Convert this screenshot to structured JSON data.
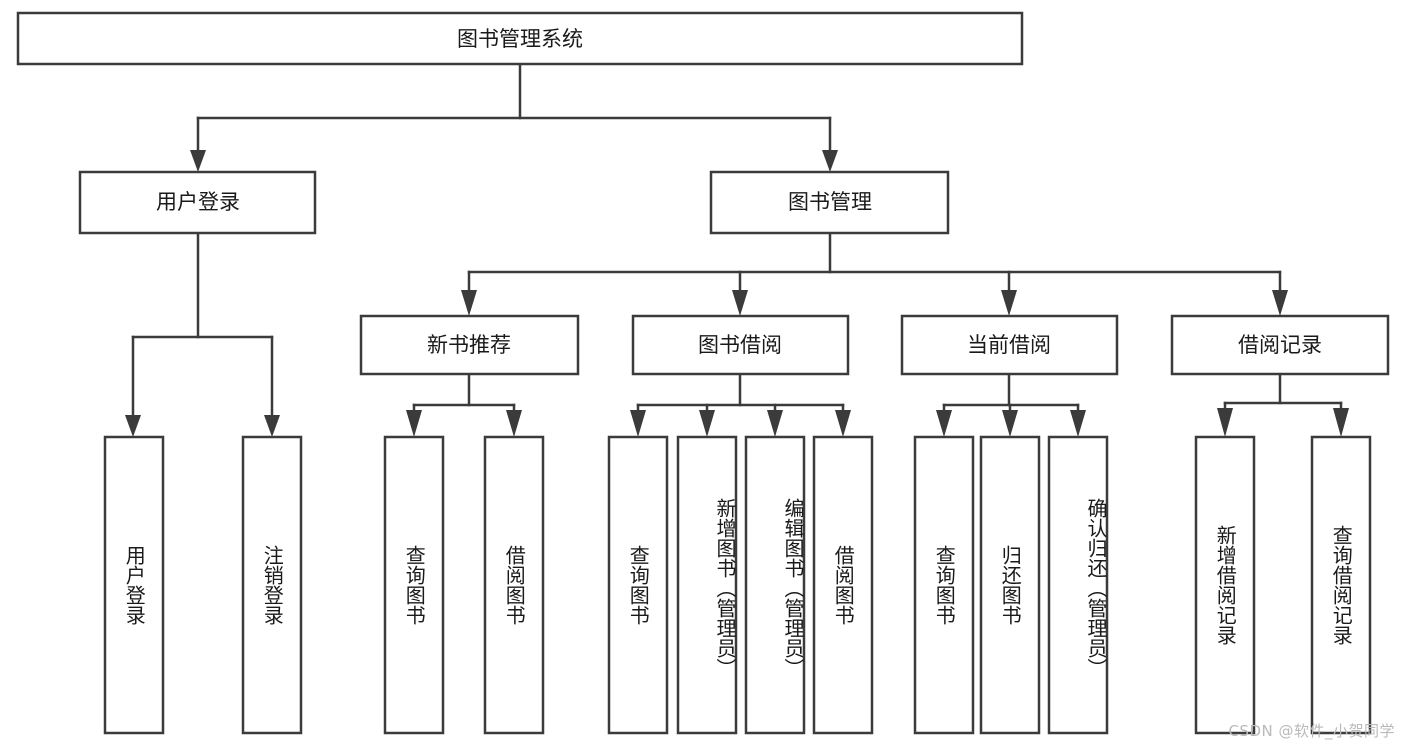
{
  "diagram": {
    "title": "图书管理系统",
    "watermark": "CSDN @软件_小贺同学",
    "colors": {
      "stroke": "#3b3b3b",
      "text": "#1a1a1a",
      "background": "#ffffff",
      "watermark": "#b9b9b9"
    },
    "levels": {
      "root": {
        "label": "图书管理系统"
      },
      "level2": [
        {
          "label": "用户登录"
        },
        {
          "label": "图书管理"
        }
      ],
      "level3": [
        {
          "label": "新书推荐"
        },
        {
          "label": "图书借阅"
        },
        {
          "label": "当前借阅"
        },
        {
          "label": "借阅记录"
        }
      ],
      "leaves": {
        "user_login": [
          {
            "label": "用户登录"
          },
          {
            "label": "注销登录"
          }
        ],
        "new_book_recommend": [
          {
            "label": "查询图书"
          },
          {
            "label": "借阅图书"
          }
        ],
        "book_borrow": [
          {
            "label": "查询图书"
          },
          {
            "label": "新增图书（管理员）"
          },
          {
            "label": "编辑图书（管理员）"
          },
          {
            "label": "借阅图书"
          }
        ],
        "current_borrow": [
          {
            "label": "查询图书"
          },
          {
            "label": "归还图书"
          },
          {
            "label": "确认归还（管理员）"
          }
        ],
        "borrow_record": [
          {
            "label": "新增借阅记录"
          },
          {
            "label": "查询借阅记录"
          }
        ]
      }
    }
  }
}
